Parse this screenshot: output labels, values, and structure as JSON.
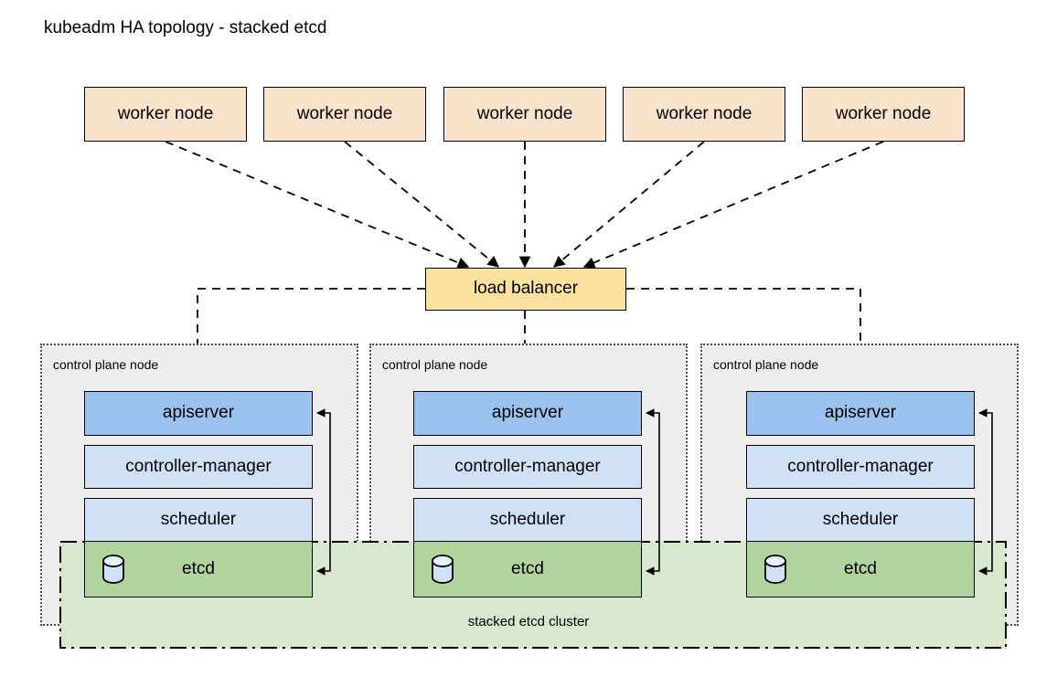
{
  "title": "kubeadm HA topology - stacked etcd",
  "workers": [
    {
      "label": "worker node"
    },
    {
      "label": "worker node"
    },
    {
      "label": "worker node"
    },
    {
      "label": "worker node"
    },
    {
      "label": "worker node"
    }
  ],
  "load_balancer": {
    "label": "load balancer"
  },
  "control_planes": [
    {
      "label": "control plane node",
      "components": [
        {
          "name": "apiserver",
          "label": "apiserver"
        },
        {
          "name": "controller-manager",
          "label": "controller-manager"
        },
        {
          "name": "scheduler",
          "label": "scheduler"
        },
        {
          "name": "etcd",
          "label": "etcd",
          "icon": "database-cylinder-icon"
        }
      ]
    },
    {
      "label": "control plane node",
      "components": [
        {
          "name": "apiserver",
          "label": "apiserver"
        },
        {
          "name": "controller-manager",
          "label": "controller-manager"
        },
        {
          "name": "scheduler",
          "label": "scheduler"
        },
        {
          "name": "etcd",
          "label": "etcd",
          "icon": "database-cylinder-icon"
        }
      ]
    },
    {
      "label": "control plane node",
      "components": [
        {
          "name": "apiserver",
          "label": "apiserver"
        },
        {
          "name": "controller-manager",
          "label": "controller-manager"
        },
        {
          "name": "scheduler",
          "label": "scheduler"
        },
        {
          "name": "etcd",
          "label": "etcd",
          "icon": "database-cylinder-icon"
        }
      ]
    }
  ],
  "stacked_etcd_cluster": {
    "label": "stacked etcd cluster"
  },
  "colors": {
    "worker_node_fill": "#fae3cd",
    "load_balancer_fill": "#fce1a1",
    "apiserver_fill": "#9cc2f0",
    "controller_manager_fill": "#cfe0f7",
    "scheduler_fill": "#cfe0f7",
    "etcd_fill": "#b0d3a0",
    "control_plane_fill": "#eeeeee",
    "stacked_etcd_fill": "#d8e8cd",
    "stroke": "#000000",
    "dotted_stroke": "#4d4d4d",
    "cylinder_fill": "#cfe0f7"
  }
}
